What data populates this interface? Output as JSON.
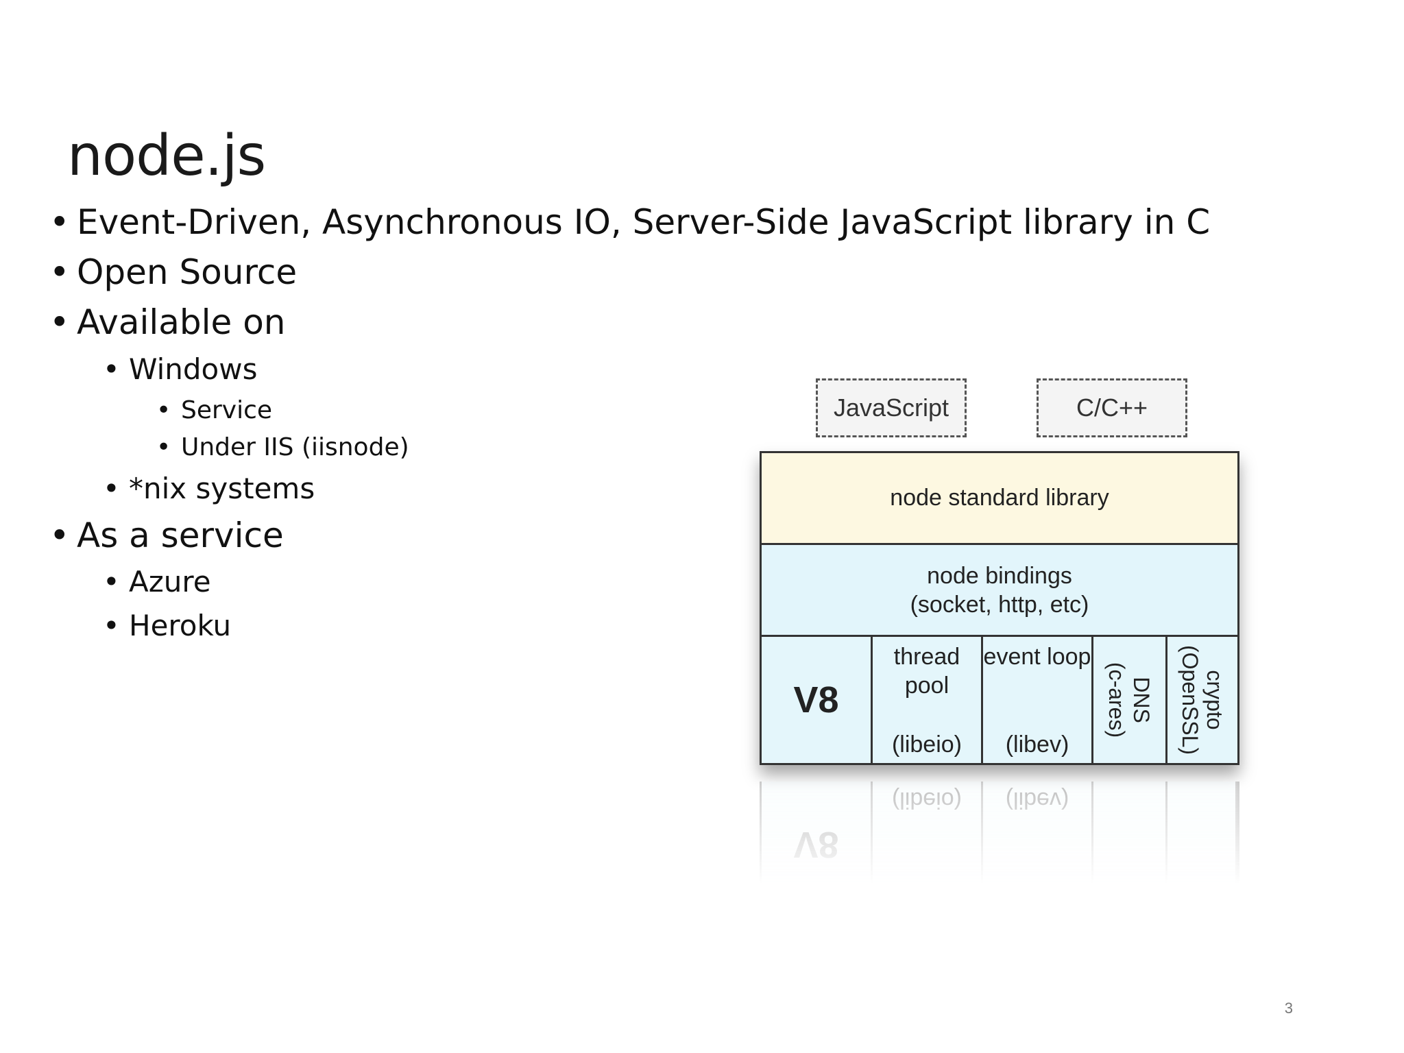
{
  "slide": {
    "title": "node.js",
    "bullets": {
      "b1": "Event-Driven, Asynchronous IO, Server-Side JavaScript library in C",
      "b2": "Open Source",
      "b3": "Available on",
      "b3_1": "Windows",
      "b3_1_1": "Service",
      "b3_1_2": "Under IIS (iisnode)",
      "b3_2": "*nix systems",
      "b4": "As a service",
      "b4_1": "Azure",
      "b4_2": "Heroku"
    },
    "bullet_glyph": "•",
    "page_number": "3"
  },
  "diagram": {
    "lang_javascript": "JavaScript",
    "lang_cpp": "C/C++",
    "standard_library": "node standard library",
    "bindings_line1": "node bindings",
    "bindings_line2": "(socket, http, etc)",
    "v8": "V8",
    "thread_pool_top": "thread pool",
    "thread_pool_bottom": "(libeio)",
    "event_loop_top": "event loop",
    "event_loop_bottom": "(libev)",
    "dns_line1": "DNS",
    "dns_line2": "(c-ares)",
    "crypto_line1": "crypto",
    "crypto_line2": "(OpenSSL)",
    "colors": {
      "standard_library_bg": "#fdf8e1",
      "bindings_bg": "#e2f5fb",
      "bottom_row_bg": "#e4f6fb"
    }
  }
}
